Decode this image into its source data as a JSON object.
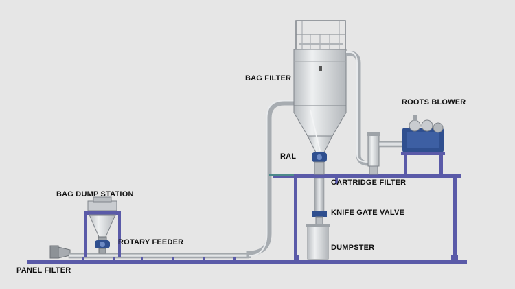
{
  "diagram": {
    "labels": {
      "bag_filter": "BAG FILTER",
      "roots_blower": "ROOTS BLOWER",
      "ral": "RAL",
      "cartridge_filter": "CARTRIDGE FILTER",
      "bag_dump_station": "BAG DUMP STATION",
      "knife_gate_valve": "KNIFE GATE VALVE",
      "rotary_feeder": "ROTARY FEEDER",
      "dumpster": "DUMPSTER",
      "panel_filter": "PANEL FILTER"
    },
    "colors": {
      "background": "#e6e6e6",
      "frame": "#5a5aa8",
      "equipment_blue": "#2f4f8f",
      "pipe": "#b4b8bc",
      "vessel": "#d6d9dc",
      "text": "#111111"
    }
  }
}
